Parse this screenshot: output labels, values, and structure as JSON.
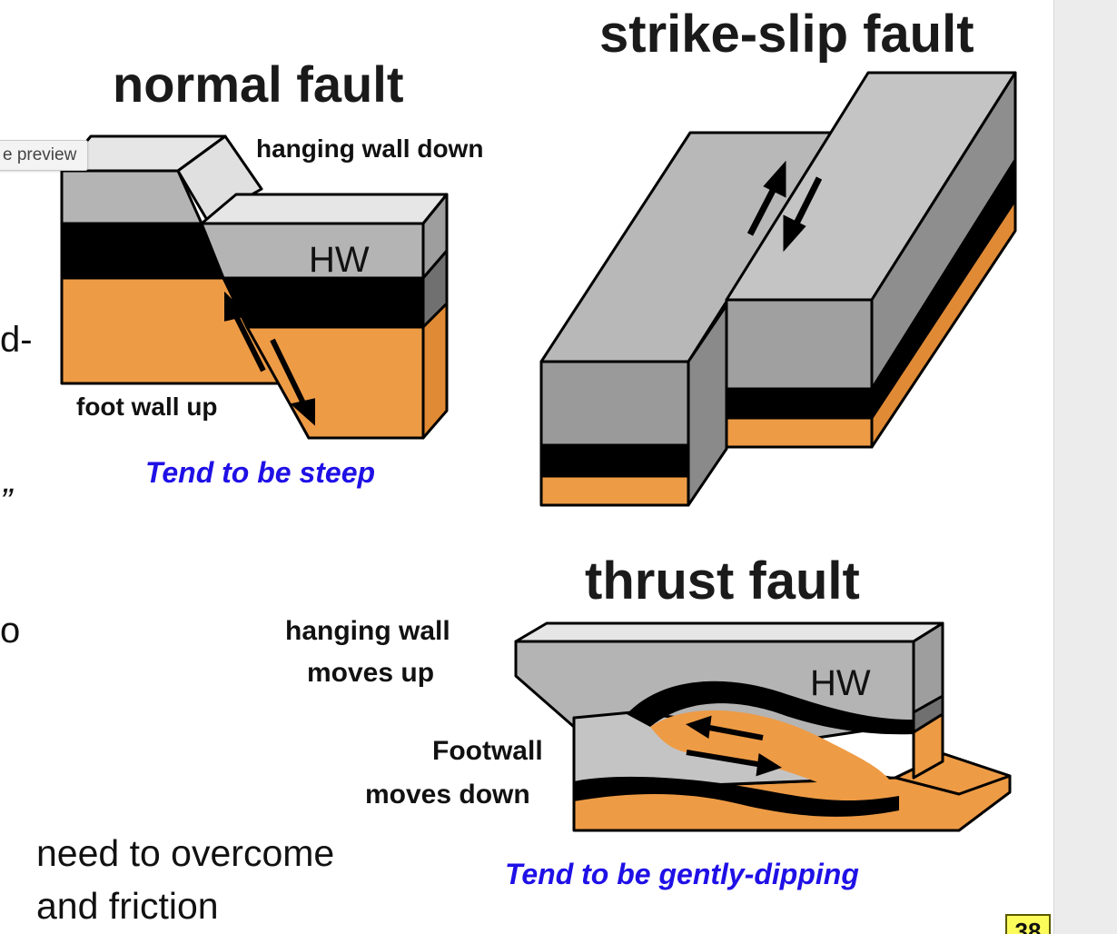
{
  "slide": {
    "left_text_fragments": [
      "d-",
      "”",
      "o"
    ],
    "bottom_text": [
      "need to overcome",
      "and friction"
    ],
    "page_number": "38"
  },
  "tooltip": {
    "text": "e preview"
  },
  "normal_fault": {
    "title": "normal fault",
    "hanging_label": "hanging wall down",
    "foot_label": "foot wall up",
    "hw_label": "HW",
    "caption": "Tend to be steep"
  },
  "strike_slip": {
    "title": "strike-slip fault"
  },
  "thrust_fault": {
    "title": "thrust fault",
    "hanging_label_1": "hanging wall",
    "hanging_label_2": "moves up",
    "foot_label_1": "Footwall",
    "foot_label_2": "moves  down",
    "hw_label": "HW",
    "caption": "Tend to be gently-dipping"
  },
  "colors": {
    "orange": "#EE9B45",
    "black": "#000000",
    "gray_top": "#E6E6E6",
    "gray_side": "#9E9E9E",
    "gray_front": "#B4B4B4",
    "caption_blue": "#1F10E6",
    "page_badge": "#FBFB5A"
  }
}
